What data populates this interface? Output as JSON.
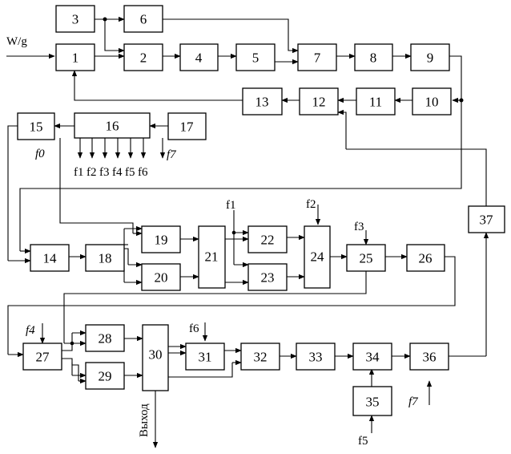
{
  "blocks": {
    "b1": "1",
    "b2": "2",
    "b3": "3",
    "b4": "4",
    "b5": "5",
    "b6": "6",
    "b7": "7",
    "b8": "8",
    "b9": "9",
    "b10": "10",
    "b11": "11",
    "b12": "12",
    "b13": "13",
    "b14": "14",
    "b15": "15",
    "b16": "16",
    "b17": "17",
    "b18": "18",
    "b19": "19",
    "b20": "20",
    "b21": "21",
    "b22": "22",
    "b23": "23",
    "b24": "24",
    "b25": "25",
    "b26": "26",
    "b27": "27",
    "b28": "28",
    "b29": "29",
    "b30": "30",
    "b31": "31",
    "b32": "32",
    "b33": "33",
    "b34": "34",
    "b35": "35",
    "b36": "36",
    "b37": "37"
  },
  "labels": {
    "input": "W/g",
    "output": "Выход",
    "f0": "f0",
    "f1_top": "f1",
    "f2_top": "f2",
    "f3_top": "f3",
    "f4": "f4",
    "f5": "f5",
    "f6": "f6",
    "f7_out": "f7",
    "f7_in": "f7",
    "outs": [
      "f1",
      "f2",
      "f3",
      "f4",
      "f5",
      "f6"
    ]
  }
}
